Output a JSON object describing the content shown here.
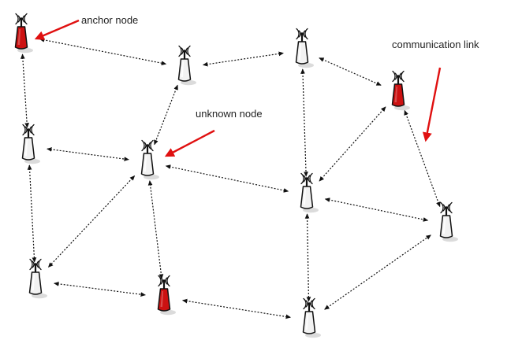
{
  "labels": {
    "anchor": "anchor node",
    "unknown": "unknown node",
    "link": "communication link"
  },
  "colors": {
    "anchor_body": "#cc1111",
    "unknown_body": "#f2f2f2",
    "outline": "#111111",
    "annotation_arrow": "#e01010",
    "link_line": "#111111"
  },
  "icons": {
    "node": "radio-tower-icon",
    "signal": "wifi-signal-icon"
  },
  "nodes": [
    {
      "id": "n1",
      "type": "anchor"
    },
    {
      "id": "n2",
      "type": "unknown"
    },
    {
      "id": "n3",
      "type": "unknown"
    },
    {
      "id": "n4",
      "type": "anchor"
    },
    {
      "id": "n5",
      "type": "unknown"
    },
    {
      "id": "n6",
      "type": "unknown"
    },
    {
      "id": "n7",
      "type": "unknown"
    },
    {
      "id": "n8",
      "type": "unknown"
    },
    {
      "id": "n9",
      "type": "unknown"
    },
    {
      "id": "n10",
      "type": "anchor"
    },
    {
      "id": "n11",
      "type": "unknown"
    }
  ],
  "links": [
    [
      "n1",
      "n2"
    ],
    [
      "n2",
      "n3"
    ],
    [
      "n3",
      "n4"
    ],
    [
      "n1",
      "n5"
    ],
    [
      "n2",
      "n6"
    ],
    [
      "n5",
      "n6"
    ],
    [
      "n3",
      "n8"
    ],
    [
      "n4",
      "n8"
    ],
    [
      "n4",
      "n7"
    ],
    [
      "n6",
      "n8"
    ],
    [
      "n8",
      "n7"
    ],
    [
      "n5",
      "n9"
    ],
    [
      "n6",
      "n9"
    ],
    [
      "n6",
      "n10"
    ],
    [
      "n9",
      "n10"
    ],
    [
      "n8",
      "n11"
    ],
    [
      "n10",
      "n11"
    ],
    [
      "n11",
      "n7"
    ]
  ]
}
